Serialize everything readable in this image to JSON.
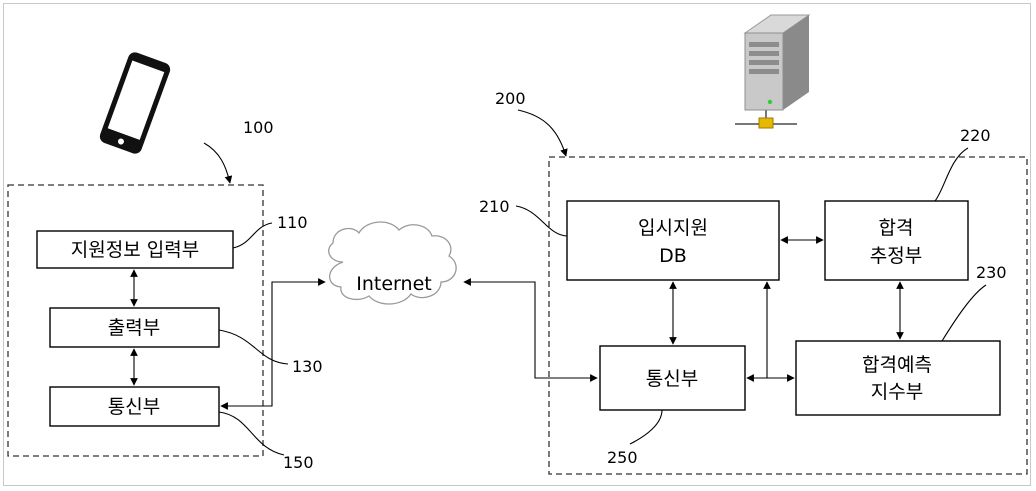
{
  "device": {
    "ref": "100",
    "blocks": {
      "input": "지원정보 입력부",
      "output": "출력부",
      "comm": "통신부"
    },
    "refs": {
      "input": "110",
      "output": "130",
      "comm": "150"
    }
  },
  "network": {
    "label": "Internet"
  },
  "server": {
    "ref": "200",
    "blocks": {
      "db_line1": "입시지원",
      "db_line2": "DB",
      "estimator_line1": "합격",
      "estimator_line2": "추정부",
      "index_line1": "합격예측",
      "index_line2": "지수부",
      "comm": "통신부"
    },
    "refs": {
      "db": "210",
      "estimator": "220",
      "index": "230",
      "comm": "250"
    }
  },
  "icons": {
    "device": "smartphone-icon",
    "server": "server-tower-icon"
  }
}
